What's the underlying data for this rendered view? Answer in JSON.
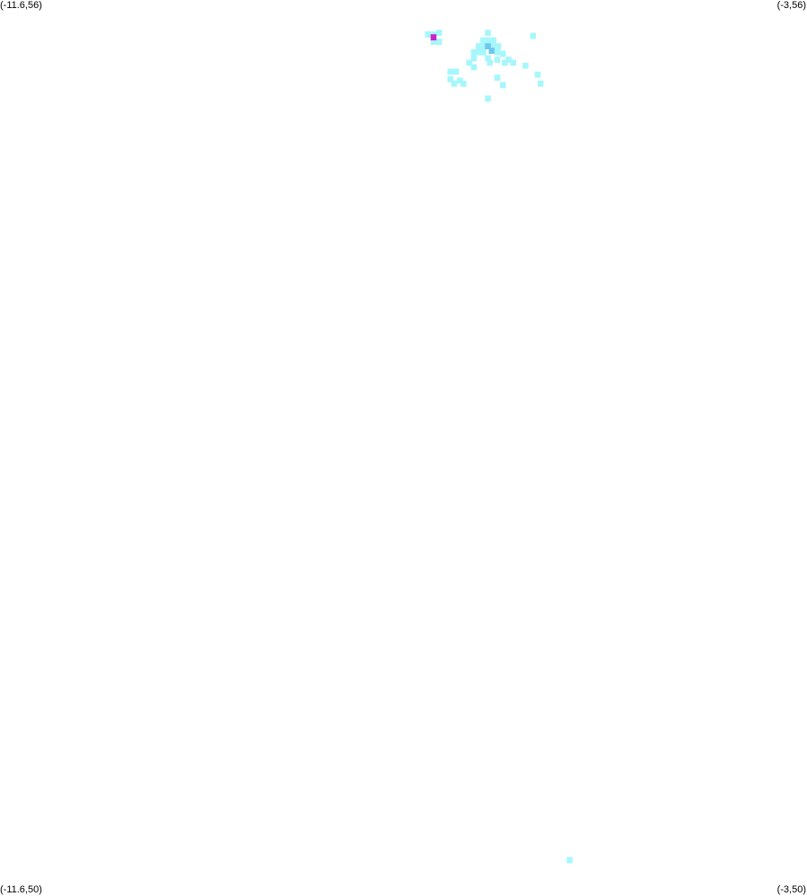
{
  "map": {
    "extent": {
      "lon_min": -11.6,
      "lon_max": -3,
      "lat_min": 50,
      "lat_max": 56
    },
    "cell_size_deg": 0.0625,
    "colors": {
      "background": "#ffffff",
      "low": "#a6f7fb",
      "medium": "#6cc8ec",
      "high": "#cc22cc"
    },
    "corners": {
      "top_left": "(-11.6,56)",
      "top_right": "(-3,56)",
      "bottom_left": "(-11.6,50)",
      "bottom_right": "(-3,50)"
    },
    "cells": [
      {
        "lon": -7.04,
        "lat": 55.77,
        "level": "low"
      },
      {
        "lon": -6.98,
        "lat": 55.77,
        "level": "low"
      },
      {
        "lon": -6.92,
        "lat": 55.78,
        "level": "low"
      },
      {
        "lon": -6.98,
        "lat": 55.72,
        "level": "low"
      },
      {
        "lon": -6.92,
        "lat": 55.72,
        "level": "low"
      },
      {
        "lon": -6.98,
        "lat": 55.75,
        "level": "high"
      },
      {
        "lon": -6.4,
        "lat": 55.78,
        "level": "low"
      },
      {
        "lon": -6.4,
        "lat": 55.73,
        "level": "low"
      },
      {
        "lon": -6.45,
        "lat": 55.73,
        "level": "low"
      },
      {
        "lon": -6.34,
        "lat": 55.73,
        "level": "low"
      },
      {
        "lon": -6.45,
        "lat": 55.69,
        "level": "low"
      },
      {
        "lon": -6.5,
        "lat": 55.69,
        "level": "low"
      },
      {
        "lon": -6.34,
        "lat": 55.69,
        "level": "low"
      },
      {
        "lon": -6.29,
        "lat": 55.69,
        "level": "low"
      },
      {
        "lon": -6.4,
        "lat": 55.69,
        "level": "medium"
      },
      {
        "lon": -6.36,
        "lat": 55.66,
        "level": "medium"
      },
      {
        "lon": -6.5,
        "lat": 55.65,
        "level": "low"
      },
      {
        "lon": -6.55,
        "lat": 55.65,
        "level": "low"
      },
      {
        "lon": -6.45,
        "lat": 55.65,
        "level": "low"
      },
      {
        "lon": -6.3,
        "lat": 55.65,
        "level": "low"
      },
      {
        "lon": -6.24,
        "lat": 55.64,
        "level": "low"
      },
      {
        "lon": -6.55,
        "lat": 55.61,
        "level": "low"
      },
      {
        "lon": -6.4,
        "lat": 55.61,
        "level": "low"
      },
      {
        "lon": -6.18,
        "lat": 55.6,
        "level": "low"
      },
      {
        "lon": -6.13,
        "lat": 55.58,
        "level": "low"
      },
      {
        "lon": -6.3,
        "lat": 55.6,
        "level": "low"
      },
      {
        "lon": -6.6,
        "lat": 55.58,
        "level": "low"
      },
      {
        "lon": -6.38,
        "lat": 55.58,
        "level": "low"
      },
      {
        "lon": -6.22,
        "lat": 55.58,
        "level": "low"
      },
      {
        "lon": -6.55,
        "lat": 55.55,
        "level": "low"
      },
      {
        "lon": -6.0,
        "lat": 55.56,
        "level": "low"
      },
      {
        "lon": -5.92,
        "lat": 55.76,
        "level": "low"
      },
      {
        "lon": -6.8,
        "lat": 55.52,
        "level": "low"
      },
      {
        "lon": -6.74,
        "lat": 55.52,
        "level": "low"
      },
      {
        "lon": -6.8,
        "lat": 55.47,
        "level": "low"
      },
      {
        "lon": -6.7,
        "lat": 55.46,
        "level": "low"
      },
      {
        "lon": -6.66,
        "lat": 55.44,
        "level": "low"
      },
      {
        "lon": -6.76,
        "lat": 55.44,
        "level": "low"
      },
      {
        "lon": -6.3,
        "lat": 55.48,
        "level": "low"
      },
      {
        "lon": -6.24,
        "lat": 55.43,
        "level": "low"
      },
      {
        "lon": -5.87,
        "lat": 55.5,
        "level": "low"
      },
      {
        "lon": -5.84,
        "lat": 55.44,
        "level": "low"
      },
      {
        "lon": -6.4,
        "lat": 55.34,
        "level": "low"
      },
      {
        "lon": -5.53,
        "lat": 50.24,
        "level": "low"
      }
    ]
  }
}
